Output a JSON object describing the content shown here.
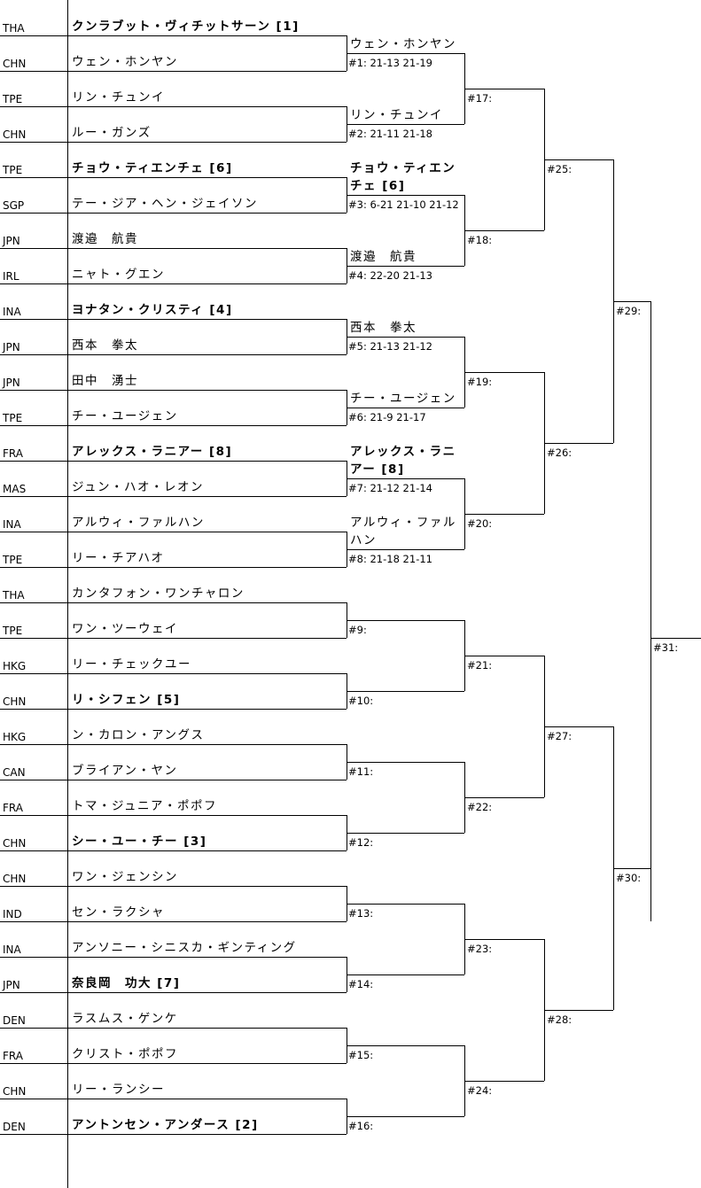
{
  "players": [
    {
      "country": "THA",
      "name": "クンラブット・ヴィチットサーン [1]",
      "seeded": true
    },
    {
      "country": "CHN",
      "name": "ウェン・ホンヤン",
      "seeded": false
    },
    {
      "country": "TPE",
      "name": "リン・チュンイ",
      "seeded": false
    },
    {
      "country": "CHN",
      "name": "ルー・ガンズ",
      "seeded": false
    },
    {
      "country": "TPE",
      "name": "チョウ・ティエンチェ [6]",
      "seeded": true
    },
    {
      "country": "SGP",
      "name": "テー・ジア・ヘン・ジェイソン",
      "seeded": false
    },
    {
      "country": "JPN",
      "name": "渡邉　航貴",
      "seeded": false
    },
    {
      "country": "IRL",
      "name": "ニャト・グエン",
      "seeded": false
    },
    {
      "country": "INA",
      "name": "ヨナタン・クリスティ [4]",
      "seeded": true
    },
    {
      "country": "JPN",
      "name": "西本　拳太",
      "seeded": false
    },
    {
      "country": "JPN",
      "name": "田中　湧士",
      "seeded": false
    },
    {
      "country": "TPE",
      "name": "チー・ユージェン",
      "seeded": false
    },
    {
      "country": "FRA",
      "name": "アレックス・ラニアー [8]",
      "seeded": true
    },
    {
      "country": "MAS",
      "name": "ジュン・ハオ・レオン",
      "seeded": false
    },
    {
      "country": "INA",
      "name": "アルウィ・ファルハン",
      "seeded": false
    },
    {
      "country": "TPE",
      "name": "リー・チアハオ",
      "seeded": false
    },
    {
      "country": "THA",
      "name": "カンタフォン・ワンチャロン",
      "seeded": false
    },
    {
      "country": "TPE",
      "name": "ワン・ツーウェイ",
      "seeded": false
    },
    {
      "country": "HKG",
      "name": "リー・チェックユー",
      "seeded": false
    },
    {
      "country": "CHN",
      "name": "リ・シフェン [5]",
      "seeded": true
    },
    {
      "country": "HKG",
      "name": "ン・カロン・アングス",
      "seeded": false
    },
    {
      "country": "CAN",
      "name": "ブライアン・ヤン",
      "seeded": false
    },
    {
      "country": "FRA",
      "name": "トマ・ジュニア・ポポフ",
      "seeded": false
    },
    {
      "country": "CHN",
      "name": "シー・ユー・チー [3]",
      "seeded": true
    },
    {
      "country": "CHN",
      "name": "ワン・ジェンシン",
      "seeded": false
    },
    {
      "country": "IND",
      "name": "セン・ラクシャ",
      "seeded": false
    },
    {
      "country": "INA",
      "name": "アンソニー・シニスカ・ギンティング",
      "seeded": false
    },
    {
      "country": "JPN",
      "name": "奈良岡　功大 [7]",
      "seeded": true
    },
    {
      "country": "DEN",
      "name": "ラスムス・ゲンケ",
      "seeded": false
    },
    {
      "country": "FRA",
      "name": "クリスト・ポポフ",
      "seeded": false
    },
    {
      "country": "CHN",
      "name": "リー・ランシー",
      "seeded": false
    },
    {
      "country": "DEN",
      "name": "アントンセン・アンダース [2]",
      "seeded": true
    }
  ],
  "round1": [
    {
      "label": "#1: 21-13 21-19",
      "winner": "ウェン・ホンヤン",
      "winner_seeded": false
    },
    {
      "label": "#2: 21-11 21-18",
      "winner": "リン・チュンイ",
      "winner_seeded": false
    },
    {
      "label": "#3: 6-21 21-10 21-12",
      "winner": "チョウ・ティエンチェ [6]",
      "winner_seeded": true
    },
    {
      "label": "#4: 22-20 21-13",
      "winner": "渡邉　航貴",
      "winner_seeded": false
    },
    {
      "label": "#5: 21-13 21-12",
      "winner": "西本　拳太",
      "winner_seeded": false
    },
    {
      "label": "#6: 21-9 21-17",
      "winner": "チー・ユージェン",
      "winner_seeded": false
    },
    {
      "label": "#7: 21-12 21-14",
      "winner": "アレックス・ラニアー [8]",
      "winner_seeded": true
    },
    {
      "label": "#8: 21-18 21-11",
      "winner": "アルウィ・ファルハン",
      "winner_seeded": false
    },
    {
      "label": "#9:",
      "winner": "",
      "winner_seeded": false
    },
    {
      "label": "#10:",
      "winner": "",
      "winner_seeded": false
    },
    {
      "label": "#11:",
      "winner": "",
      "winner_seeded": false
    },
    {
      "label": "#12:",
      "winner": "",
      "winner_seeded": false
    },
    {
      "label": "#13:",
      "winner": "",
      "winner_seeded": false
    },
    {
      "label": "#14:",
      "winner": "",
      "winner_seeded": false
    },
    {
      "label": "#15:",
      "winner": "",
      "winner_seeded": false
    },
    {
      "label": "#16:",
      "winner": "",
      "winner_seeded": false
    }
  ],
  "round2": [
    "#17:",
    "#18:",
    "#19:",
    "#20:",
    "#21:",
    "#22:",
    "#23:",
    "#24:"
  ],
  "round3": [
    "#25:",
    "#26:",
    "#27:",
    "#28:"
  ],
  "round4": [
    "#29:",
    "#30:"
  ],
  "final": [
    "#31:"
  ]
}
